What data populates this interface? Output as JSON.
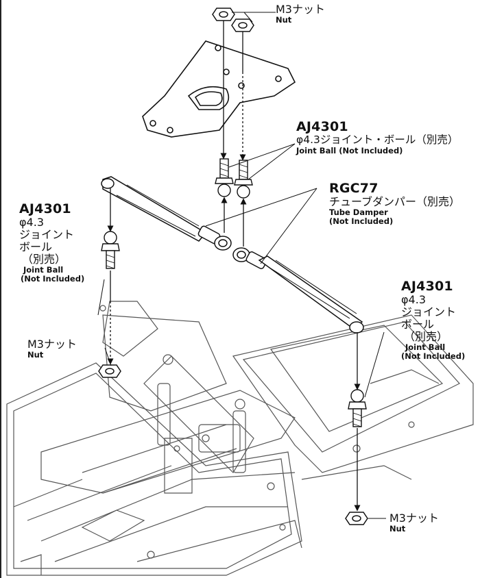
{
  "labels": {
    "nut_top": {
      "jp": "M3ナット",
      "en": "Nut"
    },
    "nut_mid_left": {
      "jp": "M3ナット",
      "en": "Nut"
    },
    "nut_bottom_right": {
      "jp": "M3ナット",
      "en": "Nut"
    },
    "ball_top": {
      "code": "AJ4301",
      "jp": "φ4.3ジョイント・ボール（別売）",
      "en": "Joint Ball  (Not Included)"
    },
    "damper": {
      "code": "RGC77",
      "jp": "チューブダンパー（別売）",
      "en1": "Tube Damper",
      "en2": "(Not Included)"
    },
    "ball_left": {
      "code": "AJ4301",
      "jp1": "φ4.3",
      "jp2": "ジョイント",
      "jp3": "ボール",
      "jp4": "（別売）",
      "en1": "Joint Ball",
      "en2": "(Not Included)"
    },
    "ball_right": {
      "code": "AJ4301",
      "jp1": "φ4.3",
      "jp2": "ジョイント",
      "jp3": "ボール",
      "jp4": "（別売）",
      "en1": "Joint Ball",
      "en2": "(Not Included)"
    }
  }
}
